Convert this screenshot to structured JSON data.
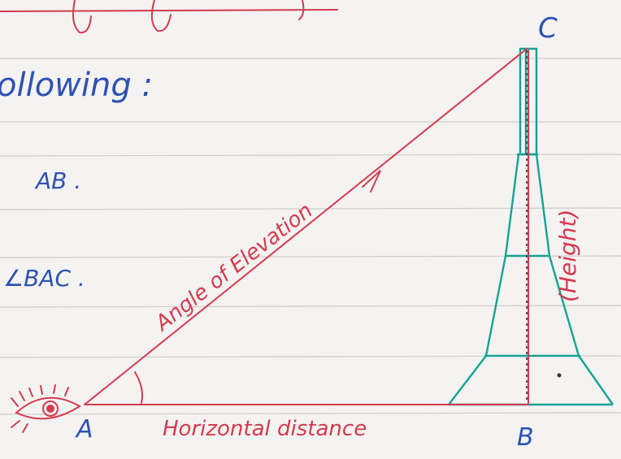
{
  "notes": {
    "heading_fragment": "ollowing :",
    "item_1": "AB .",
    "item_2": "∠BAC ."
  },
  "diagram": {
    "point_a": "A",
    "point_b": "B",
    "point_c": "C",
    "hypotenuse_label": "Angle of Elevation",
    "base_label": "Horizontal distance",
    "tower_label": "(Height)"
  },
  "colors": {
    "paper": "#f4f3f1",
    "rule_line": "#cfcdcb",
    "red_ink": "#d43a4f",
    "blue_ink": "#2e52b4",
    "green_ink": "#16a294",
    "black_ink": "#333333"
  }
}
